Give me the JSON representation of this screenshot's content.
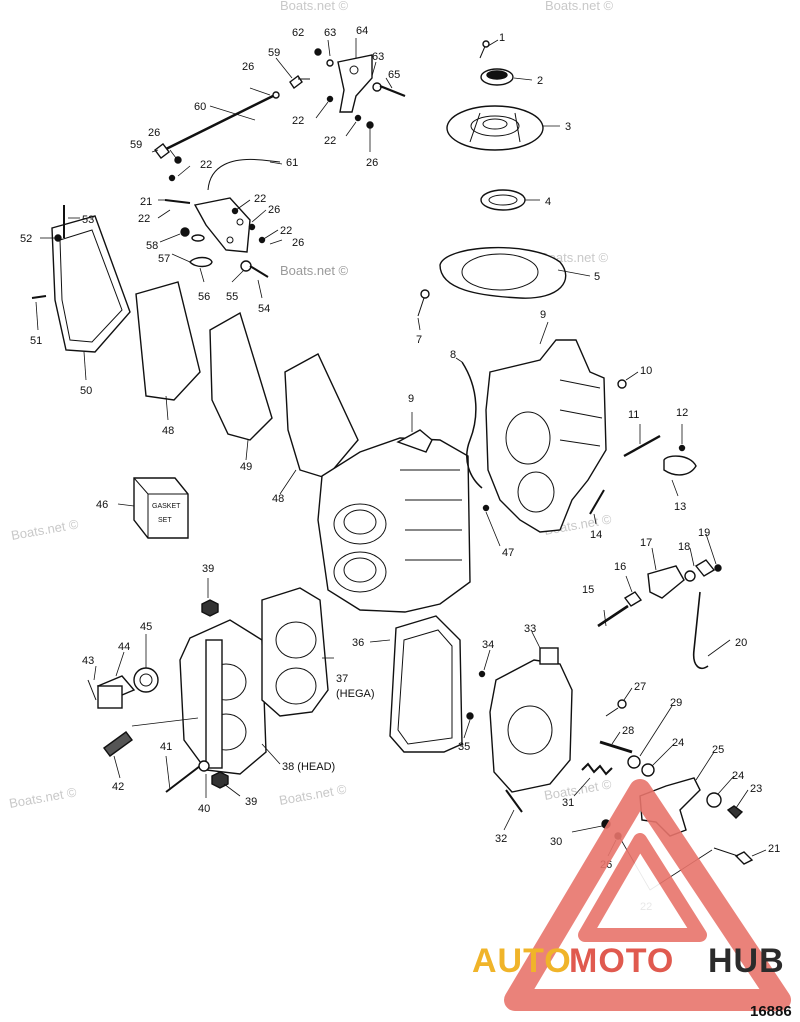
{
  "watermark": "Boats.net ©",
  "drawing_number": "16886",
  "logo": {
    "part1": "AUTO",
    "part2": "MOTO",
    "part3": "HUB"
  },
  "labels": {
    "l1": "1",
    "l2": "2",
    "l3": "3",
    "l4": "4",
    "l5": "5",
    "l7": "7",
    "l8": "8",
    "l9a": "9",
    "l9b": "9",
    "l10": "10",
    "l11": "11",
    "l12": "12",
    "l13": "13",
    "l14": "14",
    "l15": "15",
    "l16": "16",
    "l17": "17",
    "l18": "18",
    "l19": "19",
    "l20": "20",
    "l21a": "21",
    "l21b": "21",
    "l22a": "22",
    "l22b": "22",
    "l22c": "22",
    "l22d": "22",
    "l22e": "22",
    "l22f": "22",
    "l22g": "22",
    "l23": "23",
    "l24a": "24",
    "l24b": "24",
    "l25": "25",
    "l26a": "26",
    "l26b": "26",
    "l26c": "26",
    "l26d": "26",
    "l26e": "26",
    "l26f": "26",
    "l26g": "26",
    "l27": "27",
    "l28": "28",
    "l29": "29",
    "l30": "30",
    "l31": "31",
    "l32": "32",
    "l33": "33",
    "l34": "34",
    "l35": "35",
    "l36": "36",
    "l37": "37",
    "l37b": "(HEGA)",
    "l38": "38 (HEAD)",
    "l39a": "39",
    "l39b": "39",
    "l40": "40",
    "l41": "41",
    "l42": "42",
    "l43": "43",
    "l44": "44",
    "l45": "45",
    "l46": "46",
    "l47": "47",
    "l48a": "48",
    "l48b": "48",
    "l49": "49",
    "l50": "50",
    "l51": "51",
    "l52": "52",
    "l53": "53",
    "l54": "54",
    "l55": "55",
    "l56": "56",
    "l57": "57",
    "l58": "58",
    "l59a": "59",
    "l59b": "59",
    "l60": "60",
    "l61": "61",
    "l62": "62",
    "l63a": "63",
    "l63b": "63",
    "l64": "64",
    "l65": "65"
  },
  "gasket_kit_box_text": [
    "GASKET",
    "SET"
  ]
}
